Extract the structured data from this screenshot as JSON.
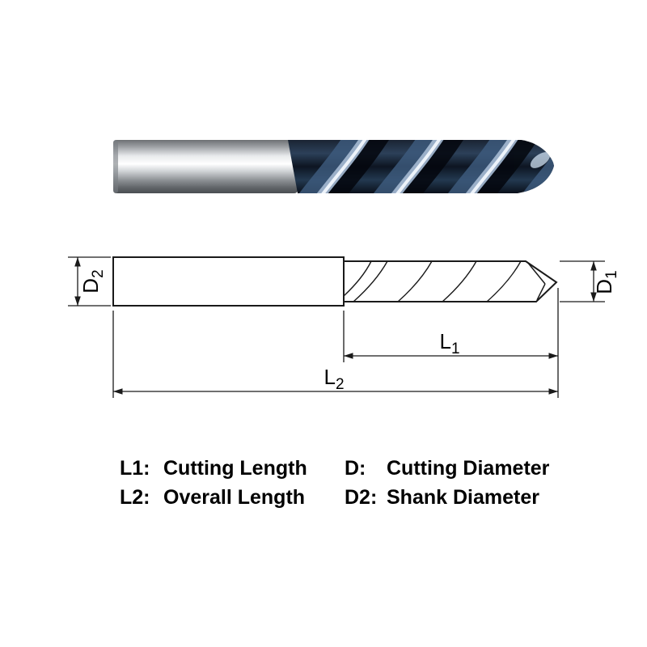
{
  "colors": {
    "outline": "#1a1a1a",
    "shank_highlight": "#ffffff",
    "shank_mid": "#b9bcc0",
    "shank_dark": "#4a4e52",
    "coating_dark": "#0a101b",
    "coating_mid": "#2c4059",
    "coating_highlight": "#a6bad2",
    "background": "#ffffff"
  },
  "dimension_labels": {
    "d2": {
      "main": "D",
      "sub": "2"
    },
    "d1": {
      "main": "D",
      "sub": "1"
    },
    "l1": {
      "main": "L",
      "sub": "1"
    },
    "l2": {
      "main": "L",
      "sub": "2"
    }
  },
  "legend": {
    "items": [
      {
        "term": "L1:",
        "definition": "Cutting Length"
      },
      {
        "term": "D:",
        "definition": "Cutting Diameter"
      },
      {
        "term": "L2:",
        "definition": "Overall Length"
      },
      {
        "term": "D2:",
        "definition": "Shank Diameter"
      }
    ]
  }
}
